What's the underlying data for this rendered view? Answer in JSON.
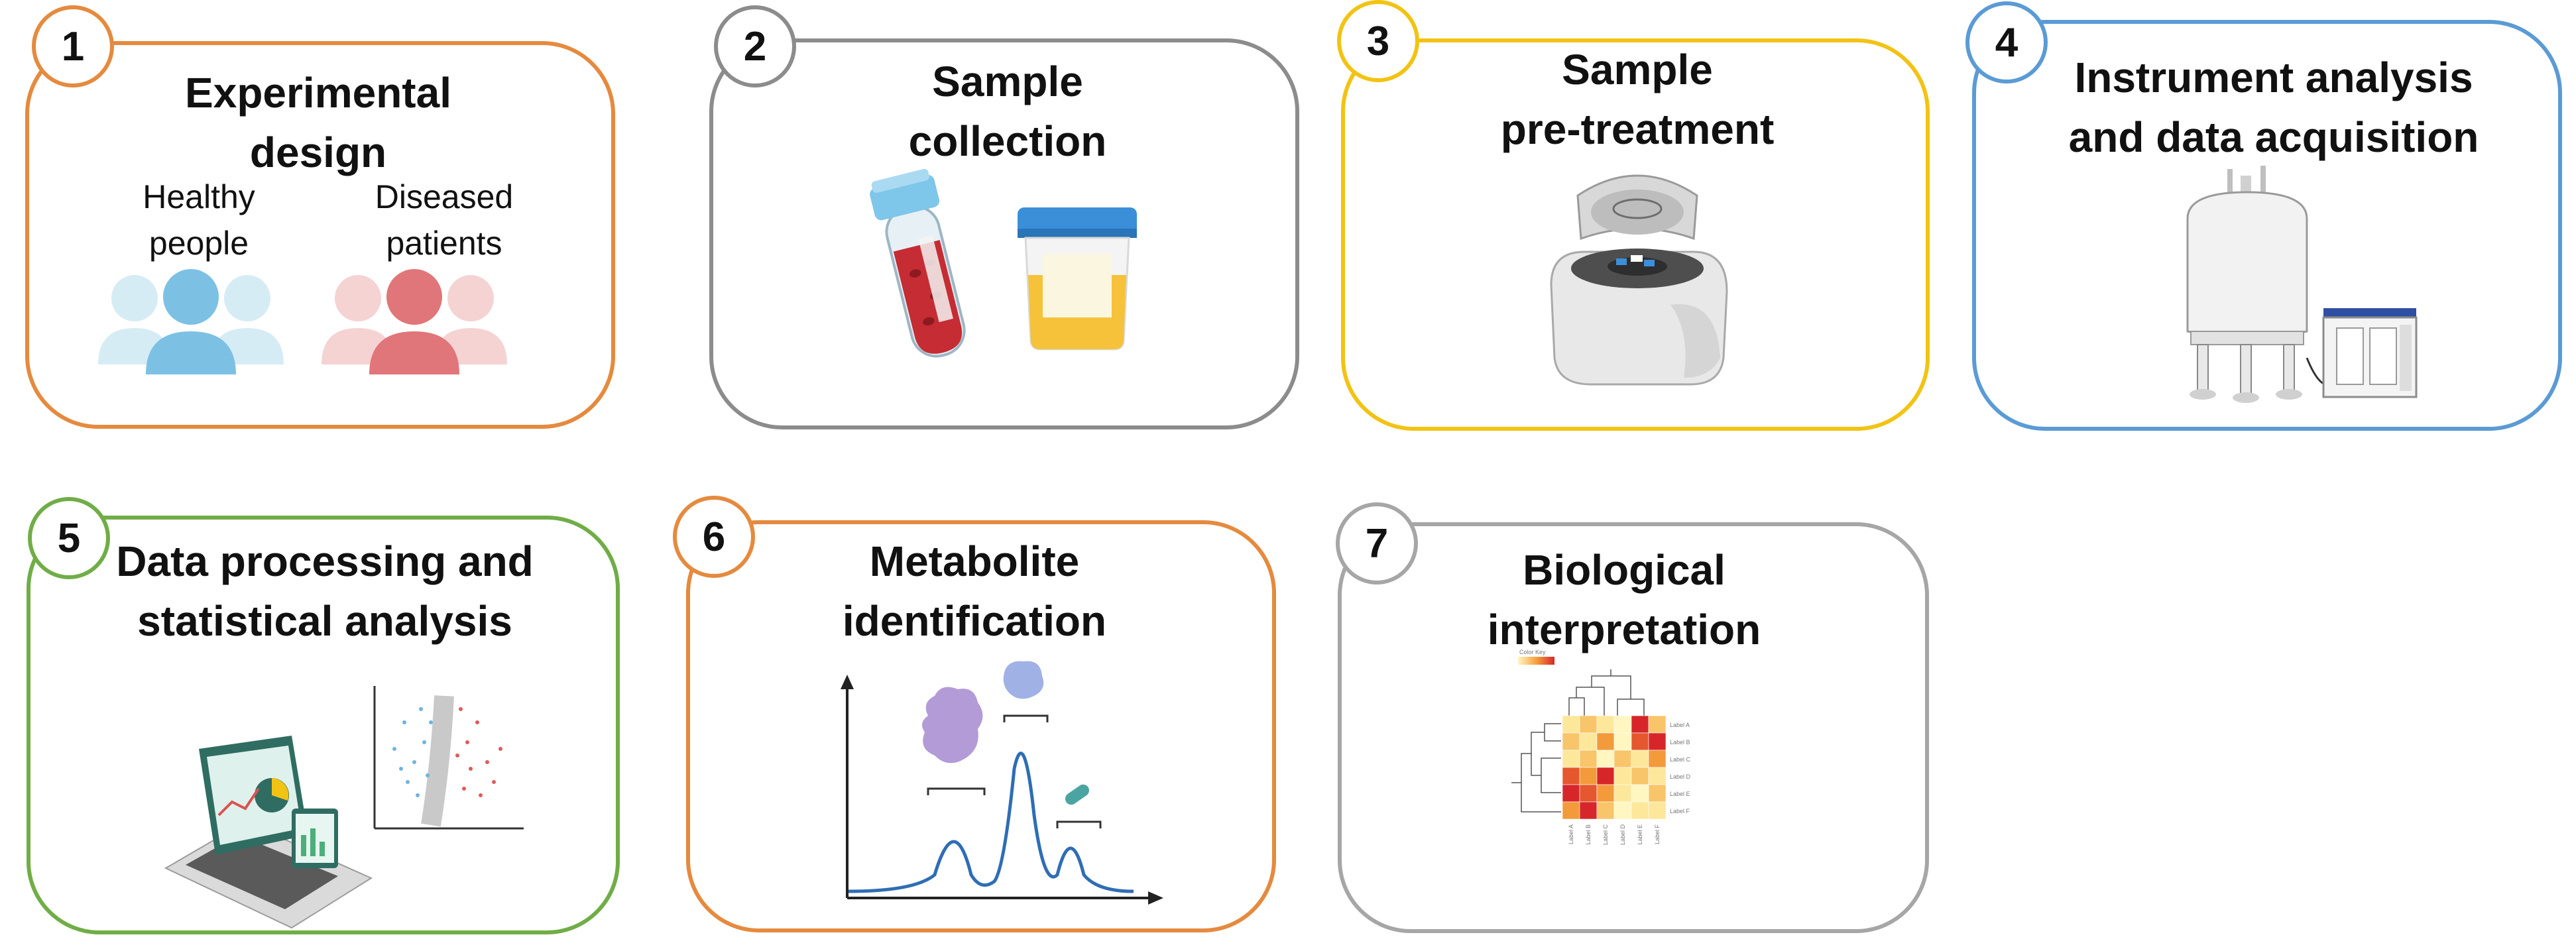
{
  "colors": {
    "orange": "#E58A3E",
    "gray": "#8C8C8C",
    "yellow": "#F2C313",
    "blue": "#5B9BD5",
    "green": "#70AD47",
    "lightgray": "#A6A6A6"
  },
  "steps": [
    {
      "number": "1",
      "title_lines": [
        "Experimental",
        "design"
      ],
      "healthy_label_lines": [
        "Healthy",
        "people"
      ],
      "diseased_label_lines": [
        "Diseased",
        "patients"
      ]
    },
    {
      "number": "2",
      "title_lines": [
        "Sample",
        "collection"
      ]
    },
    {
      "number": "3",
      "title_lines": [
        "Sample",
        "pre-treatment"
      ]
    },
    {
      "number": "4",
      "title_lines": [
        "Instrument analysis",
        "and data acquisition"
      ]
    },
    {
      "number": "5",
      "title_lines": [
        "Data processing and",
        "statistical analysis"
      ]
    },
    {
      "number": "6",
      "title_lines": [
        "Metabolite",
        "identification"
      ]
    },
    {
      "number": "7",
      "title_lines": [
        "Biological",
        "interpretation"
      ]
    }
  ],
  "icons": {
    "step1": "people-groups-icon",
    "step2": "blood-tube-urine-cup-icon",
    "step3": "centrifuge-icon",
    "step4": "nmr-spectrometer-icon",
    "step5": "laptop-volcano-plot-icon",
    "step6": "chromatogram-peaks-icon",
    "step7": "heatmap-dendrogram-icon"
  },
  "heatmap": {
    "key_label": "Color Key",
    "row_labels": [
      "Label A",
      "Label B",
      "Label C",
      "Label D",
      "Label E",
      "Label F"
    ],
    "col_labels": [
      "Label A",
      "Label B",
      "Label C",
      "Label D",
      "Label E",
      "Label F"
    ]
  }
}
